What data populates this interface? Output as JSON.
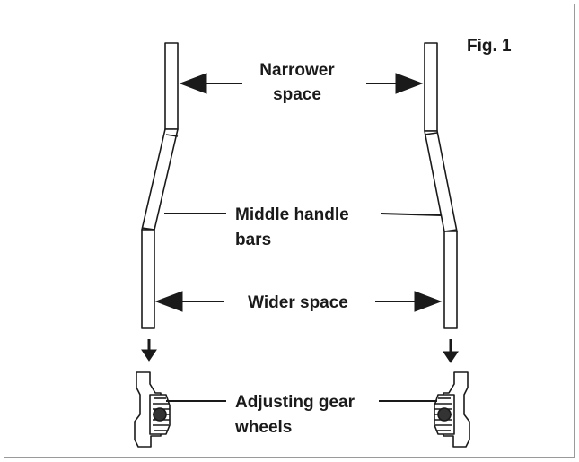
{
  "figure": {
    "label": "Fig. 1",
    "callouts": {
      "narrower_space": [
        "Narrower",
        "space"
      ],
      "middle_handle_bars": [
        "Middle handle",
        "bars"
      ],
      "wider_space": [
        "Wider space"
      ],
      "adjusting_gear_wheels": [
        "Adjusting gear",
        "wheels"
      ]
    }
  },
  "colors": {
    "ink": "#1a1a1a",
    "part_fill": "#ffffff",
    "frame": "#9a9a9a"
  }
}
